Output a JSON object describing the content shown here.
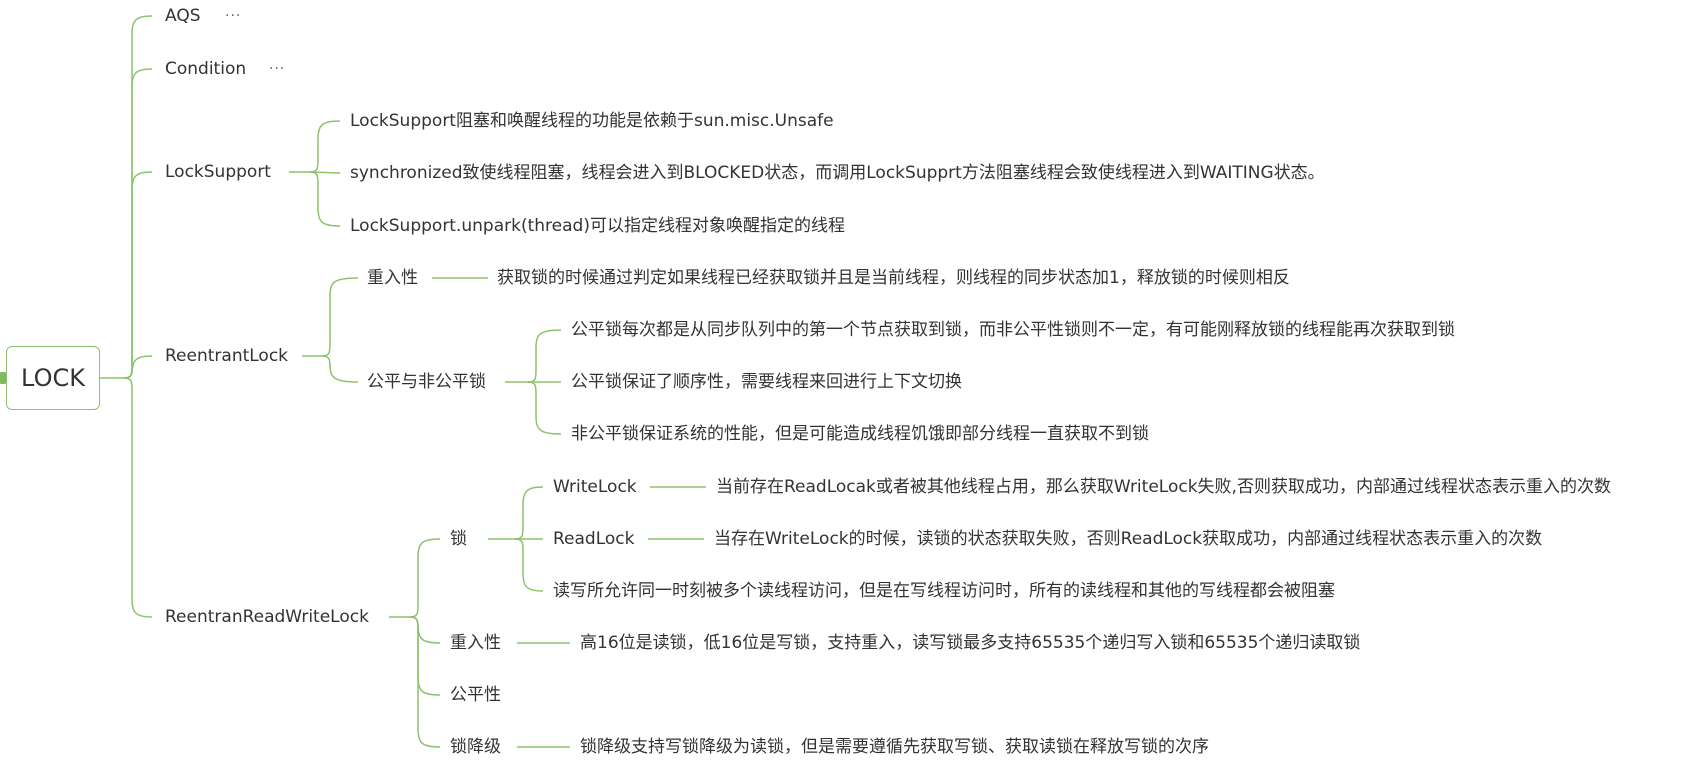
{
  "root": {
    "label": "LOCK"
  },
  "branches": {
    "aqs": {
      "label": "AQS",
      "more": "···"
    },
    "condition": {
      "label": "Condition",
      "more": "···"
    },
    "locksupport": {
      "label": "LockSupport",
      "items": [
        "LockSupport阻塞和唤醒线程的功能是依赖于sun.misc.Unsafe",
        "synchronized致使线程阻塞，线程会进入到BLOCKED状态，而调用LockSupprt方法阻塞线程会致使线程进入到WAITING状态。",
        "LockSupport.unpark(thread)可以指定线程对象唤醒指定的线程"
      ]
    },
    "reentrantlock": {
      "label": "ReentrantLock",
      "reentrancy": {
        "label": "重入性",
        "detail": "获取锁的时候通过判定如果线程已经获取锁并且是当前线程，则线程的同步状态加1，释放锁的时候则相反"
      },
      "fairness": {
        "label": "公平与非公平锁",
        "items": [
          "公平锁每次都是从同步队列中的第一个节点获取到锁，而非公平性锁则不一定，有可能刚释放锁的线程能再次获取到锁",
          "公平锁保证了顺序性，需要线程来回进行上下文切换",
          "非公平锁保证系统的性能，但是可能造成线程饥饿即部分线程一直获取不到锁"
        ]
      }
    },
    "rrwl": {
      "label": "ReentranReadWriteLock",
      "lock": {
        "label": "锁",
        "writelock": {
          "label": "WriteLock",
          "detail": "当前存在ReadLocak或者被其他线程占用，那么获取WriteLock失败,否则获取成功，内部通过线程状态表示重入的次数"
        },
        "readlock": {
          "label": "ReadLock",
          "detail": "当存在WriteLock的时候，读锁的状态获取失败，否则ReadLock获取成功，内部通过线程状态表示重入的次数"
        },
        "shared": "读写所允许同一时刻被多个读线程访问，但是在写线程访问时，所有的读线程和其他的写线程都会被阻塞"
      },
      "reentrancy": {
        "label": "重入性",
        "detail": "高16位是读锁，低16位是写锁，支持重入，读写锁最多支持65535个递归写入锁和65535个递归读取锁"
      },
      "fairness": {
        "label": "公平性"
      },
      "downgrade": {
        "label": "锁降级",
        "detail": "锁降级支持写锁降级为读锁，但是需要遵循先获取写锁、获取读锁在释放写锁的次序"
      }
    }
  },
  "colors": {
    "edge": "#8dc26f",
    "text": "#333333",
    "root_border": "#8dc26f"
  }
}
